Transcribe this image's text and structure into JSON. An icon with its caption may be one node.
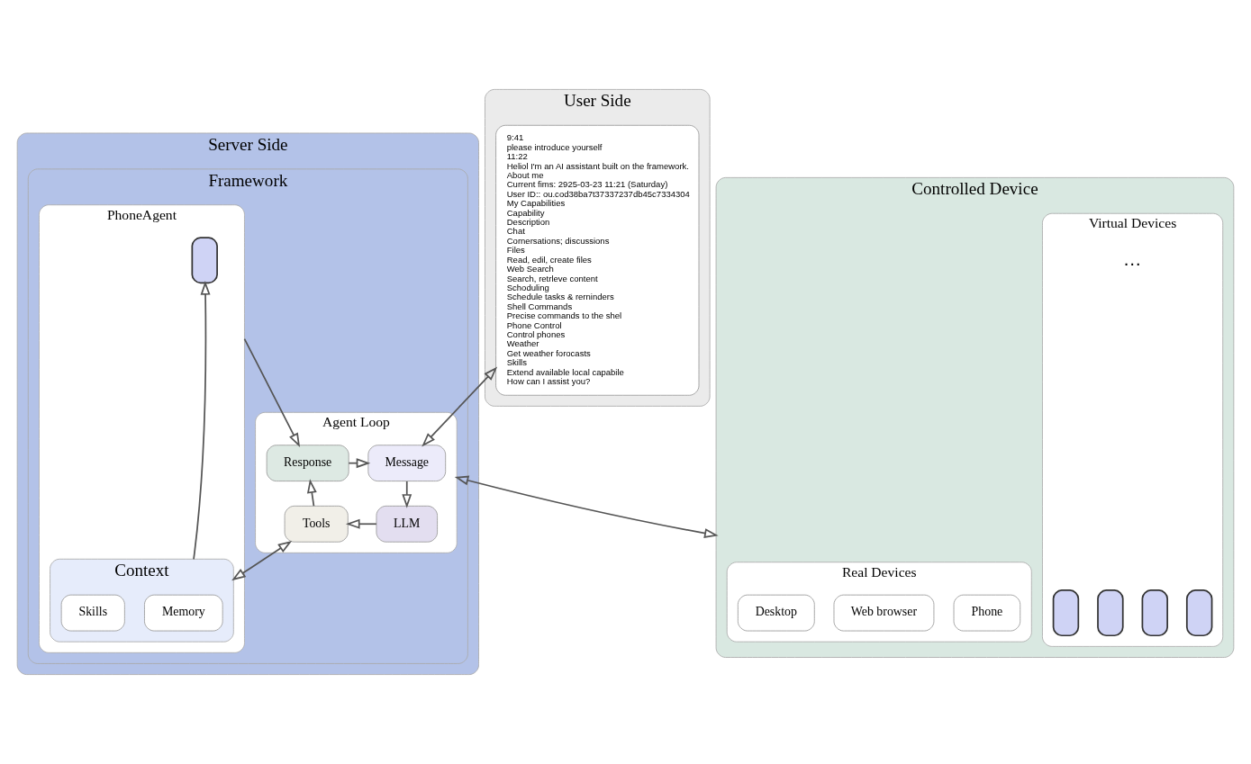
{
  "diagram": {
    "nodes": [
      {
        "text": [
          "User Side"
        ]
      },
      {
        "text": [
          "9:41",
          "please introduce yourself",
          "11:22",
          "Heliol I'm an AI assistant built on the framework.",
          "About me",
          "Current fims: 2925-03-23 11:21 (Saturday)",
          "User ID:: ou.cod38ba7t37337237db45c7334304",
          "My Capabilities",
          "Capability",
          "Description",
          "Chat",
          "Cornersations; discussions",
          "Files",
          "Read, edil, create files",
          "Web Search",
          "Search, retrleve content",
          "Schoduling",
          "Schedule tasks & rerninders",
          "Shell Commands",
          "Precise commands to the shel",
          "Phone Control",
          "Control phones",
          "Weather",
          "Get weather forocasts",
          "Skills",
          "Extend available local capabile",
          "How can I assist you?"
        ],
        "in": 0
      },
      {
        "text": [
          "Server Side"
        ]
      },
      {
        "text": [
          "Framework"
        ],
        "in": 2
      },
      {
        "text": [
          "Agent Loop"
        ],
        "in": 3
      },
      {
        "text": [
          "Message"
        ],
        "in": 4
      },
      {
        "text": [
          "Response"
        ],
        "in": 4
      },
      {
        "text": [
          "LLM"
        ],
        "in": 4
      },
      {
        "text": [
          "Tools"
        ],
        "in": 4
      },
      {
        "text": [
          "PhoneAgent"
        ],
        "in": 3
      },
      {
        "text": [],
        "shape": "box",
        "in": 9
      },
      {
        "text": [
          "Context"
        ],
        "in": 9
      },
      {
        "text": [
          "Memory"
        ],
        "in": 11
      },
      {
        "text": [
          "Skills"
        ],
        "in": 11
      },
      {
        "text": [
          "Controlled Device"
        ]
      },
      {
        "text": [
          "Virtual Devices"
        ],
        "in": 14
      },
      {
        "text": [],
        "shape": "box",
        "in": 15
      },
      {
        "text": [],
        "shape": "box",
        "in": 15
      },
      {
        "text": [],
        "shape": "box",
        "in": 15
      },
      {
        "text": [],
        "shape": "box",
        "in": 15
      },
      {
        "text": [
          "Real Devices"
        ],
        "in": 14
      },
      {
        "text": [
          "Phone"
        ],
        "in": 20
      },
      {
        "text": [
          "Web browser"
        ],
        "in": 20
      },
      {
        "text": [
          "Desktop"
        ],
        "in": 20
      }
    ],
    "edges": [
      {
        "from": 1,
        "to": 5,
        "arrow": "both"
      },
      {
        "from": 5,
        "to": 7,
        "arrow": "to"
      },
      {
        "from": 7,
        "to": 8,
        "arrow": "to"
      },
      {
        "from": 8,
        "to": 6,
        "arrow": "to"
      },
      {
        "from": 6,
        "to": 5,
        "arrow": "to"
      },
      {
        "from": 9,
        "to": 6,
        "arrow": "to"
      },
      {
        "from": 11,
        "to": 10,
        "arrow": "to"
      },
      {
        "from": 8,
        "to": 11,
        "arrow": "both"
      },
      {
        "from": 4,
        "to": 14,
        "arrow": "both"
      }
    ],
    "labels": [
      "…"
    ]
  }
}
